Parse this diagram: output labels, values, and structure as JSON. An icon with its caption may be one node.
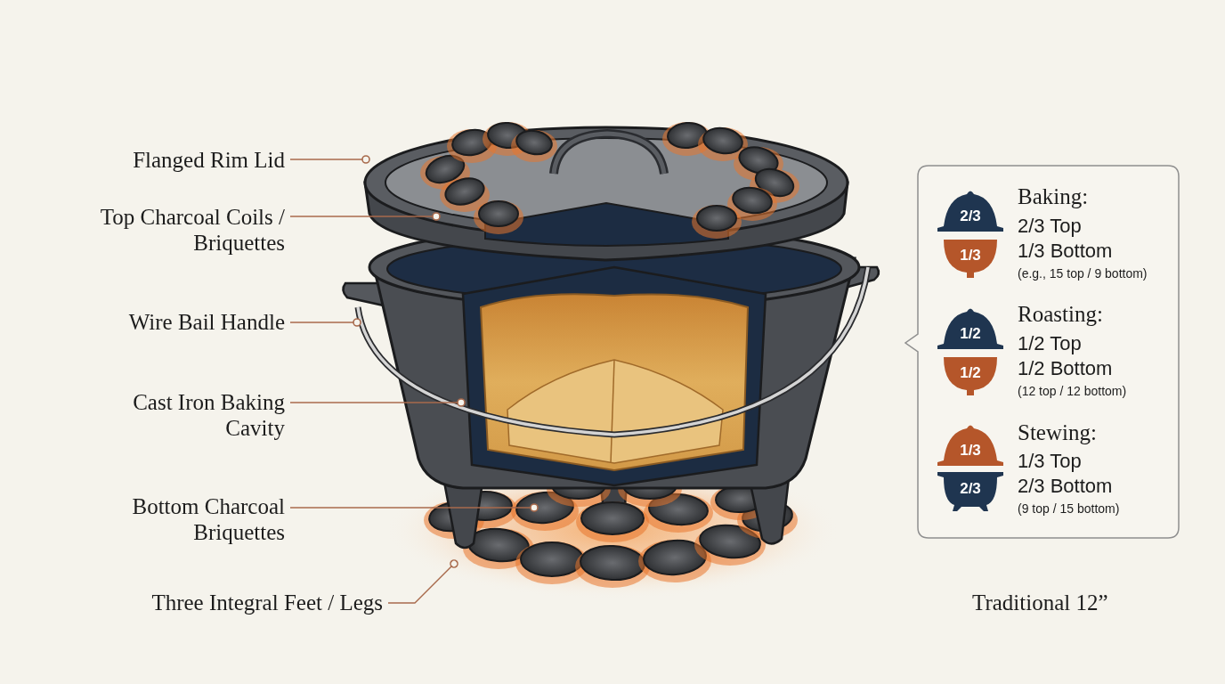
{
  "diagram": {
    "nodes": [
      {
        "text": [
          "Flanged Rim Lid"
        ]
      },
      {
        "text": [
          "Top Charcoal Coils / Briquettes"
        ]
      },
      {
        "text": [
          "Wire Bail Handle"
        ]
      },
      {
        "text": [
          "Cast Iron Baking Cavity"
        ]
      },
      {
        "text": [
          "Bottom Charcoal Briquettes"
        ]
      },
      {
        "text": [
          "Three Integral Feet / Legs"
        ]
      },
      {
        "text": [],
        "shape": "box"
      },
      {
        "text": [
          "2/3"
        ],
        "in": 6
      },
      {
        "text": [
          "1/3"
        ],
        "in": 6
      },
      {
        "text": [
          "1/2"
        ],
        "in": 6
      },
      {
        "text": [
          "1/2"
        ],
        "in": 6
      },
      {
        "text": [
          "1/3"
        ],
        "in": 6
      },
      {
        "text": [
          "2/3"
        ],
        "in": 6
      }
    ],
    "edges": [
      {
        "from": 0,
        "to": null,
        "arrow": "other"
      },
      {
        "from": 1,
        "to": null,
        "arrow": "other"
      },
      {
        "from": 2,
        "to": null,
        "arrow": "other"
      },
      {
        "from": 3,
        "to": null,
        "arrow": "other"
      },
      {
        "from": 4,
        "to": null,
        "arrow": "other"
      },
      {
        "from": 5,
        "to": null,
        "arrow": "other"
      }
    ],
    "labels": [
      "Baking:",
      "2/3 Top",
      "1/3 Bottom",
      "(e.g., 15 top / 9 bottom)",
      "Roasting:",
      "1/2 Top",
      "1/2 Bottom",
      "(12 top / 12 bottom)",
      "Stewing:",
      "1/3 Top",
      "2/3 Bottom",
      "(9 top / 15 bottom)",
      "Traditional 12”"
    ]
  }
}
